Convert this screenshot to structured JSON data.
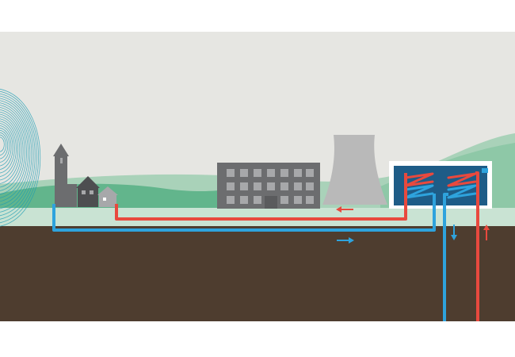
{
  "scene": {
    "labels": [],
    "colors": {
      "sky": "#e6e6e2",
      "hill_light": "#a9d2b9",
      "hill_dark": "#62b58c",
      "ground": "#4e3d2f",
      "hot_pipe": "#e8493e",
      "cold_pipe": "#2ea3dd",
      "building": "#6c6d6f",
      "window": "#a7a8aa",
      "cooling_tower": "#b9b9b9",
      "plant_frame": "#ffffff",
      "plant_interior": "#1e5c87",
      "waves": "#1c9db4"
    },
    "elements": [
      "church",
      "houses",
      "office-building",
      "cooling-tower",
      "heat-exchanger-plant",
      "supply-pipe",
      "return-pipe",
      "injection-well",
      "production-well"
    ],
    "arrows": {
      "return_flow": "left",
      "supply_flow": "right",
      "injection": "down",
      "production": "up"
    }
  }
}
